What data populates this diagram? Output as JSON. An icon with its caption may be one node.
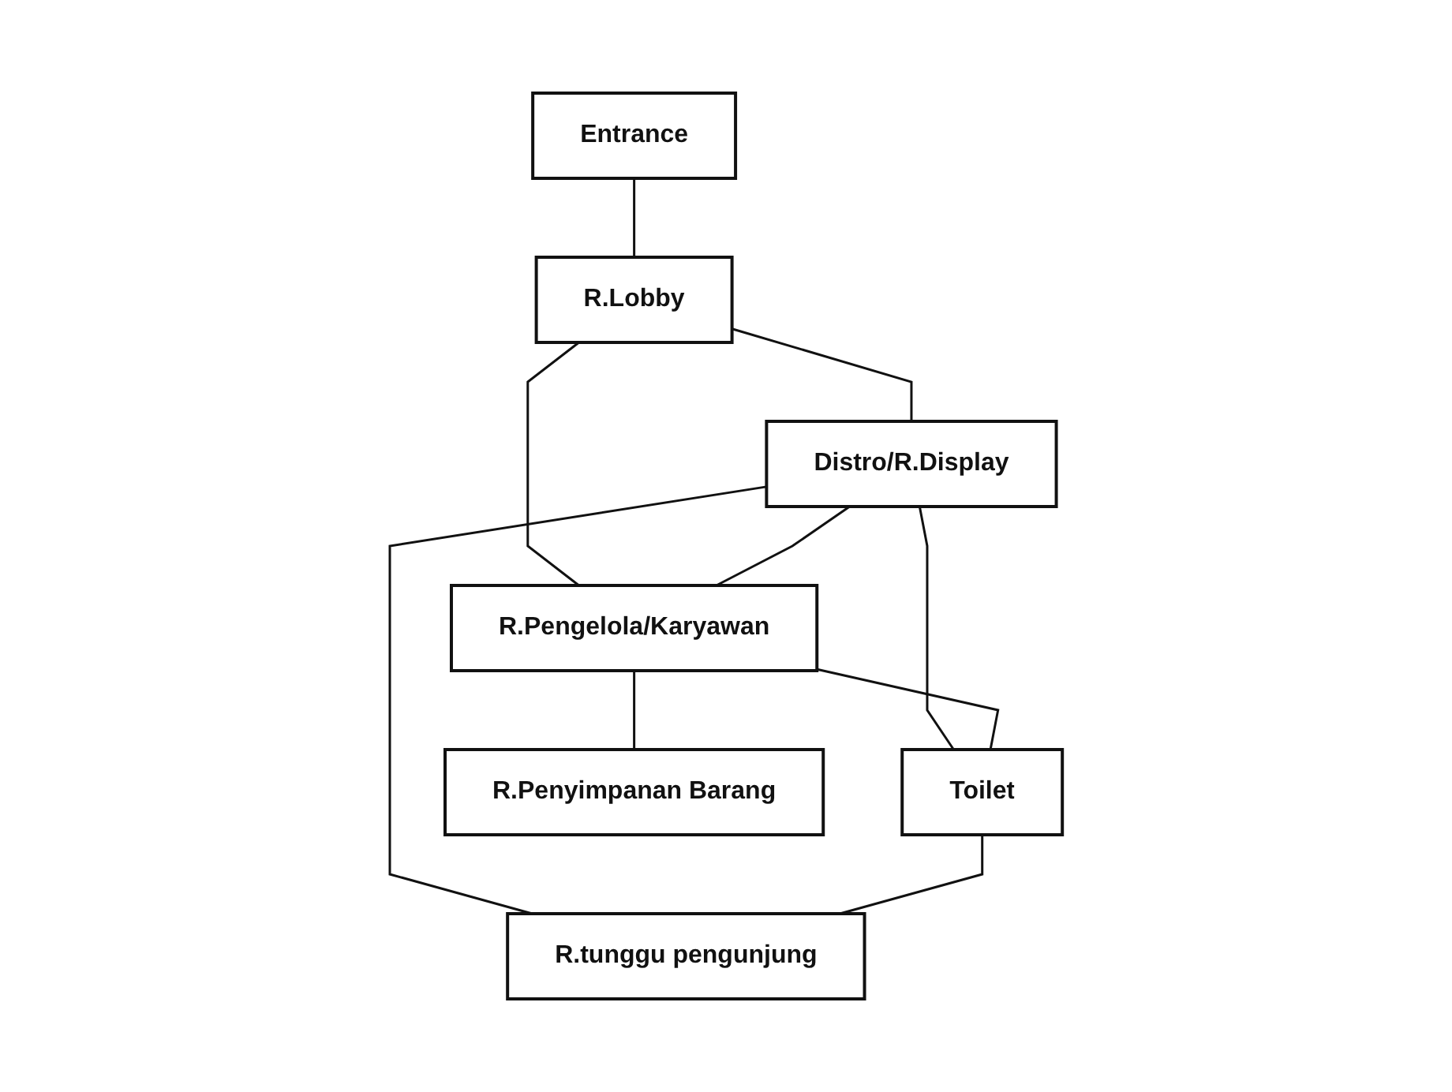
{
  "diagram": {
    "nodes": [
      {
        "text": [
          "Entrance"
        ]
      },
      {
        "text": [
          "R.Lobby"
        ]
      },
      {
        "text": [
          "Distro/R.Display"
        ]
      },
      {
        "text": [
          "R.Pengelola/Karyawan"
        ]
      },
      {
        "text": [
          "Toilet"
        ]
      },
      {
        "text": [
          "R.tunggu pengunjung"
        ]
      },
      {
        "text": [
          "R.Penyimpanan Barang"
        ]
      }
    ],
    "edges": [
      {
        "from": 0,
        "to": 1,
        "arrow": "none"
      },
      {
        "from": 1,
        "to": 2,
        "arrow": "none"
      },
      {
        "from": 1,
        "to": 3,
        "arrow": "none"
      },
      {
        "from": 2,
        "to": 3,
        "arrow": "none"
      },
      {
        "from": 2,
        "to": 4,
        "arrow": "none"
      },
      {
        "from": 3,
        "to": 4,
        "arrow": "none"
      },
      {
        "from": 2,
        "to": 5,
        "arrow": "none"
      },
      {
        "from": 4,
        "to": 5,
        "arrow": "none"
      },
      {
        "from": 3,
        "to": 6,
        "arrow": "none"
      }
    ]
  }
}
